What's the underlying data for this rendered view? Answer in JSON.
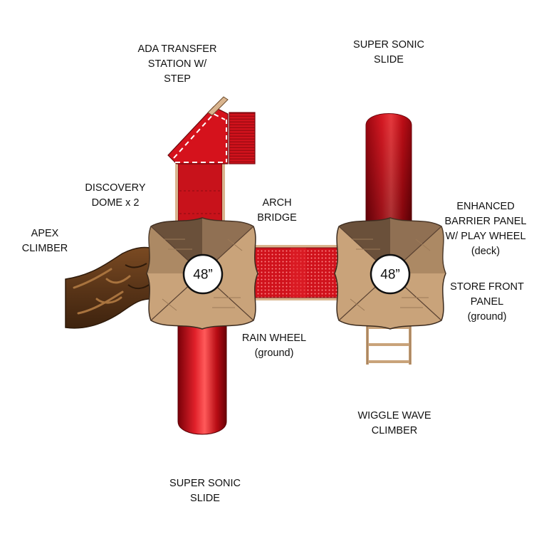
{
  "labels": {
    "ada_transfer": [
      "ADA TRANSFER",
      "STATION W/",
      "STEP"
    ],
    "super_sonic_top": [
      "SUPER SONIC",
      "SLIDE"
    ],
    "discovery_dome": [
      "DISCOVERY",
      "DOME x 2"
    ],
    "arch_bridge": [
      "ARCH",
      "BRIDGE"
    ],
    "enhanced_barrier": [
      "ENHANCED",
      "BARRIER PANEL",
      "W/ PLAY WHEEL",
      "(deck)"
    ],
    "apex_climber": [
      "APEX",
      "CLIMBER"
    ],
    "store_front": [
      "STORE FRONT",
      "PANEL",
      "(ground)"
    ],
    "rain_wheel": [
      "RAIN WHEEL",
      "(ground)"
    ],
    "wiggle_wave": [
      "WIGGLE WAVE",
      "CLIMBER"
    ],
    "super_sonic_bottom": [
      "SUPER SONIC",
      "SLIDE"
    ]
  },
  "decks": {
    "left_size": "48”",
    "right_size": "48”"
  },
  "colors": {
    "slide_red": "#c8101a",
    "deck_tan": "#c9a37a",
    "deck_dark": "#4a3426",
    "climber_brown": "#5e3a1c",
    "post_tan": "#d9b58f"
  }
}
